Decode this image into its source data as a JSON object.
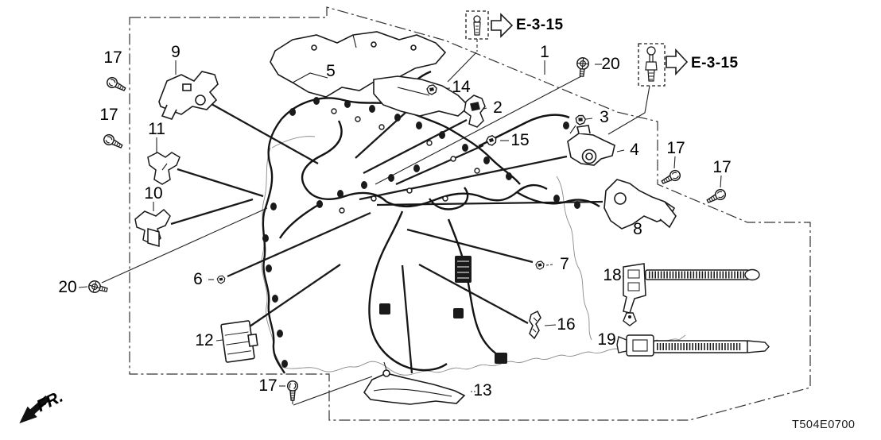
{
  "diagram": {
    "title_code": "T504E0700",
    "direction_label": "FR.",
    "ink_color": "#1a1a1a",
    "background_color": "#ffffff",
    "references": [
      {
        "label": "E-3-15"
      },
      {
        "label": "E-3-15"
      }
    ],
    "callouts": [
      {
        "num": "17"
      },
      {
        "num": "17"
      },
      {
        "num": "9"
      },
      {
        "num": "5"
      },
      {
        "num": "1"
      },
      {
        "num": "20"
      },
      {
        "num": "14"
      },
      {
        "num": "2"
      },
      {
        "num": "3"
      },
      {
        "num": "15"
      },
      {
        "num": "4"
      },
      {
        "num": "17"
      },
      {
        "num": "17"
      },
      {
        "num": "11"
      },
      {
        "num": "10"
      },
      {
        "num": "8"
      },
      {
        "num": "7"
      },
      {
        "num": "20"
      },
      {
        "num": "6"
      },
      {
        "num": "18"
      },
      {
        "num": "16"
      },
      {
        "num": "19"
      },
      {
        "num": "12"
      },
      {
        "num": "17"
      },
      {
        "num": "13"
      }
    ]
  }
}
